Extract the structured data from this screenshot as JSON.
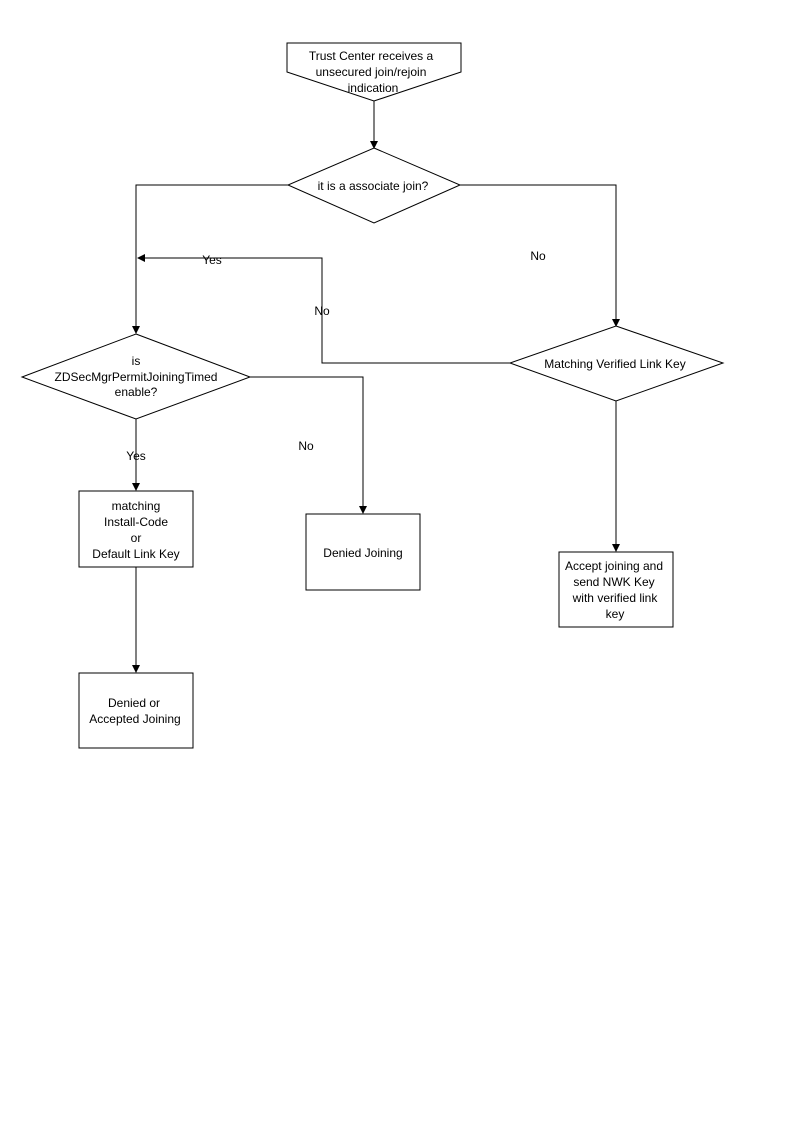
{
  "nodes": {
    "start": {
      "lines": [
        "Trust Center receives a",
        "unsecured join/rejoin",
        "indication"
      ]
    },
    "decision_associate": {
      "lines": [
        "it is a associate join?"
      ]
    },
    "decision_permit": {
      "lines": [
        "is",
        "ZDSecMgrPermitJoiningTimed",
        "enable?"
      ]
    },
    "decision_verified": {
      "lines": [
        "Matching Verified Link Key"
      ]
    },
    "box_install_code": {
      "lines": [
        "matching",
        "Install-Code",
        "or",
        "Default Link Key"
      ]
    },
    "box_denied": {
      "lines": [
        "Denied Joining"
      ]
    },
    "box_denied_or_accepted": {
      "lines": [
        "Denied or",
        "Accepted Joining"
      ]
    },
    "box_accept_verified": {
      "lines": [
        "Accept joining and",
        "send NWK Key",
        "with verified link",
        "key"
      ]
    }
  },
  "edge_labels": {
    "associate_yes": "Yes",
    "associate_no": "No",
    "verified_no": "No",
    "permit_yes": "Yes",
    "permit_no": "No"
  }
}
